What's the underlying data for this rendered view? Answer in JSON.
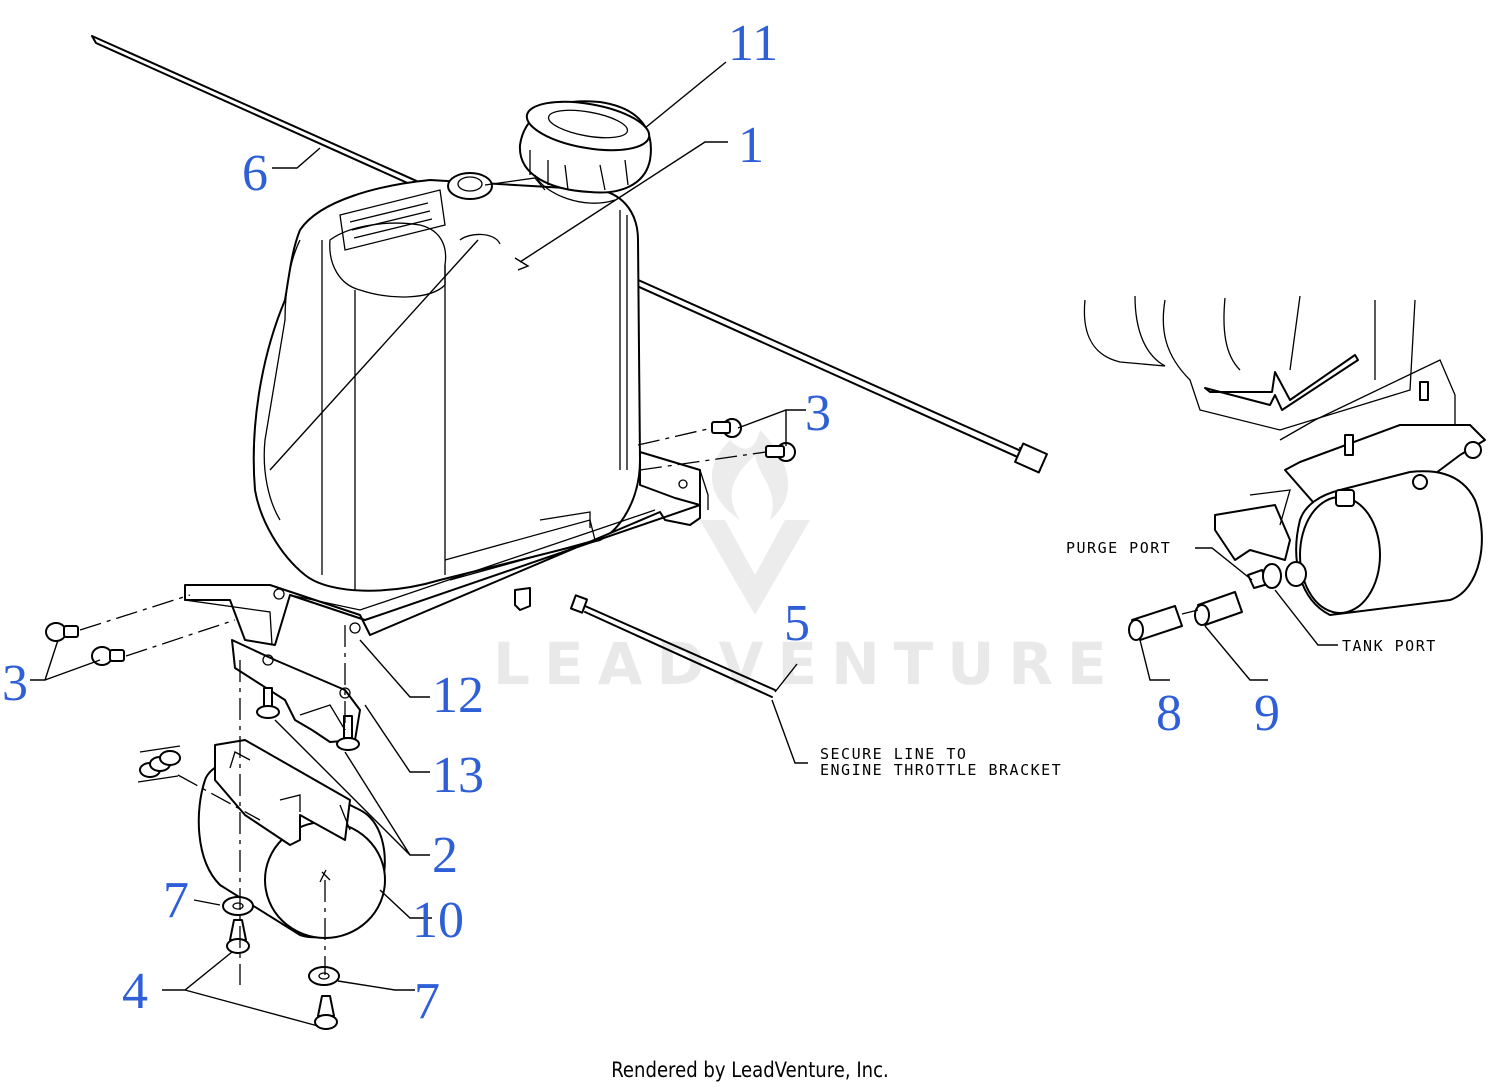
{
  "watermark": {
    "text": "LEADVENTURE"
  },
  "callouts": {
    "c1": "1",
    "c2": "2",
    "c3a": "3",
    "c3b": "3",
    "c4": "4",
    "c5": "5",
    "c6": "6",
    "c7a": "7",
    "c7b": "7",
    "c8": "8",
    "c9": "9",
    "c10": "10",
    "c11": "11",
    "c12": "12",
    "c13": "13"
  },
  "notes": {
    "secure_line_1": "SECURE LINE TO",
    "secure_line_2": "ENGINE THROTTLE BRACKET",
    "purge_port": "PURGE PORT",
    "tank_port": "TANK PORT"
  },
  "footer": {
    "text": "Rendered by LeadVenture, Inc."
  },
  "colors": {
    "callout": "#2f5fd6",
    "line": "#000000",
    "watermark": "#e9e9e9"
  }
}
